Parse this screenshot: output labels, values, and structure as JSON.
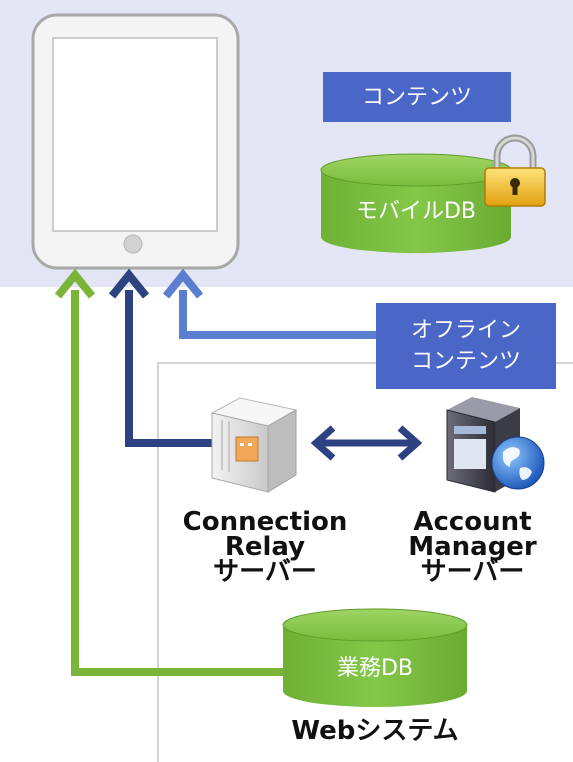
{
  "content_box": {
    "label": "コンテンツ"
  },
  "mobile_db": {
    "label": "モバイルDB"
  },
  "offline_content": {
    "line1": "オフライン",
    "line2": "コンテンツ"
  },
  "connection_relay": {
    "line1": "Connection",
    "line2": "Relay",
    "line3": "サーバー"
  },
  "account_manager": {
    "line1": "Account",
    "line2": "Manager",
    "line3": "サーバー"
  },
  "business_db": {
    "label": "業務DB"
  },
  "web_system": {
    "label": "Webシステム"
  },
  "colors": {
    "panel_bg": "#e4e6f5",
    "content_blue": "#4a67c7",
    "db_green": "#7cc242",
    "arrow_green": "#7ab53a",
    "arrow_navy": "#2e4282",
    "arrow_lightblue": "#5b7fd0",
    "frame_gray": "#d4d4d4"
  },
  "icons": [
    "tablet-icon",
    "padlock-icon",
    "server-icon",
    "globe-server-icon",
    "database-icon"
  ]
}
